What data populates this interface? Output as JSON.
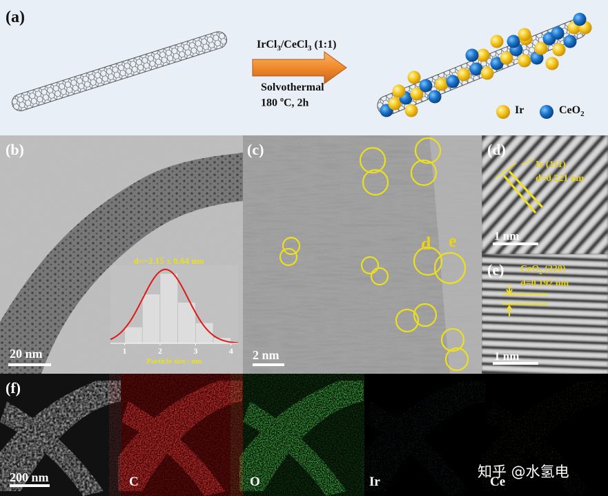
{
  "panel_a": {
    "label": "(a)",
    "reagent_prefix": "IrCl",
    "reagent_mid": "/CeCl",
    "reagent_ratio": " (1:1)",
    "reagent_sub": "3",
    "method": "Solvothermal",
    "temp_prefix": "180 ",
    "temp_sup": "o",
    "temp_suffix": "C, 2h",
    "legend_ir": "Ir",
    "legend_ceo2": "CeO",
    "legend_ceo2_sub": "2",
    "colors": {
      "ir": "#f2c21b",
      "ceo2": "#1a73c9",
      "arrow": "#f08a2c",
      "background": "#e8eef5"
    }
  },
  "panel_b": {
    "label": "(b)",
    "scalebar": "20 nm",
    "inset_title": "d=~2.15 ± 0.64 nm",
    "inset_xlabel": "Particle size / nm",
    "inset_ticks": [
      "1",
      "2",
      "3",
      "4"
    ]
  },
  "panel_c": {
    "label": "(c)",
    "scalebar": "2 nm",
    "mark_d": "d",
    "mark_e": "e"
  },
  "panel_d": {
    "label": "(d)",
    "plane": "Ir (111)",
    "spacing": "d=0.221 nm",
    "scalebar": "1 nm"
  },
  "panel_e": {
    "label": "(e)",
    "plane_prefix": "CeO",
    "plane_sub": "2",
    "plane_suffix": " (220)",
    "spacing": "d=0.192 nm",
    "scalebar": "1 nm"
  },
  "panel_f": {
    "label": "(f)",
    "scalebar": "200 nm",
    "maps": [
      "C",
      "O",
      "Ir",
      "Ce"
    ],
    "watermark": "知乎 @水氢电"
  },
  "chart_data": {
    "type": "bar",
    "title": "d=~2.15 ± 0.64 nm",
    "xlabel": "Particle size / nm",
    "ylabel": "",
    "categories": [
      "1.0-1.5",
      "1.5-2.0",
      "2.0-2.5",
      "2.5-3.0",
      "3.0-3.5",
      "3.5-4.0"
    ],
    "values": [
      2,
      6,
      8.5,
      5,
      2.5,
      0.7
    ],
    "fit": "gaussian",
    "fit_mean": 2.15,
    "fit_sd": 0.64,
    "xlim": [
      0.6,
      4.2
    ]
  }
}
